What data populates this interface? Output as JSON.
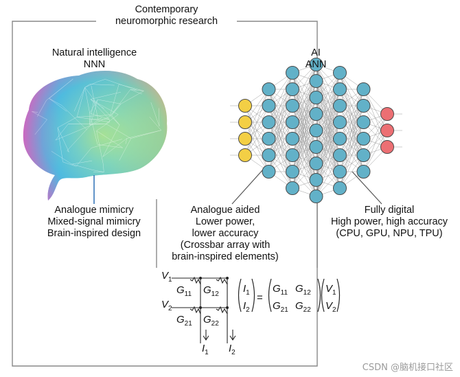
{
  "frame_title": [
    "Contemporary",
    "neuromorphic research"
  ],
  "natural": {
    "title": "Natural intelligence",
    "subtitle": "NNN",
    "caption": [
      "Analogue mimicry",
      "Mixed-signal mimicry",
      "Brain-inspired design"
    ]
  },
  "ai": {
    "title": "AI",
    "subtitle": "ANN"
  },
  "analogue": {
    "caption": [
      "Analogue aided",
      "Lower power,",
      "lower accuracy",
      "(Crossbar array with",
      "brain-inspired elements)"
    ]
  },
  "digital": {
    "caption": [
      "Fully digital",
      "High power, high accuracy",
      "(CPU, GPU, NPU, TPU)"
    ]
  },
  "crossbar": {
    "v1": "V",
    "v1_sub": "1",
    "v2": "V",
    "v2_sub": "2",
    "g11": "G",
    "g11_sub": "11",
    "g12": "G",
    "g12_sub": "12",
    "g21": "G",
    "g21_sub": "21",
    "g22": "G",
    "g22_sub": "22",
    "i1": "I",
    "i1_sub": "1",
    "i2": "I",
    "i2_sub": "2"
  },
  "equation": {
    "lhs": [
      [
        "I",
        "1"
      ],
      [
        "I",
        "2"
      ]
    ],
    "equals": "=",
    "matrix": [
      [
        "G",
        "11"
      ],
      [
        "G",
        "12"
      ],
      [
        "G",
        "21"
      ],
      [
        "G",
        "22"
      ]
    ],
    "rhs": [
      [
        "V",
        "1"
      ],
      [
        "V",
        "2"
      ]
    ]
  },
  "network": {
    "layers": [
      4,
      6,
      8,
      9,
      8,
      6,
      3
    ],
    "colors": {
      "input": "#f3cf45",
      "hidden": "#62b1c8",
      "output": "#ec6f73"
    }
  },
  "watermark": "CSDN @脑机接口社区"
}
